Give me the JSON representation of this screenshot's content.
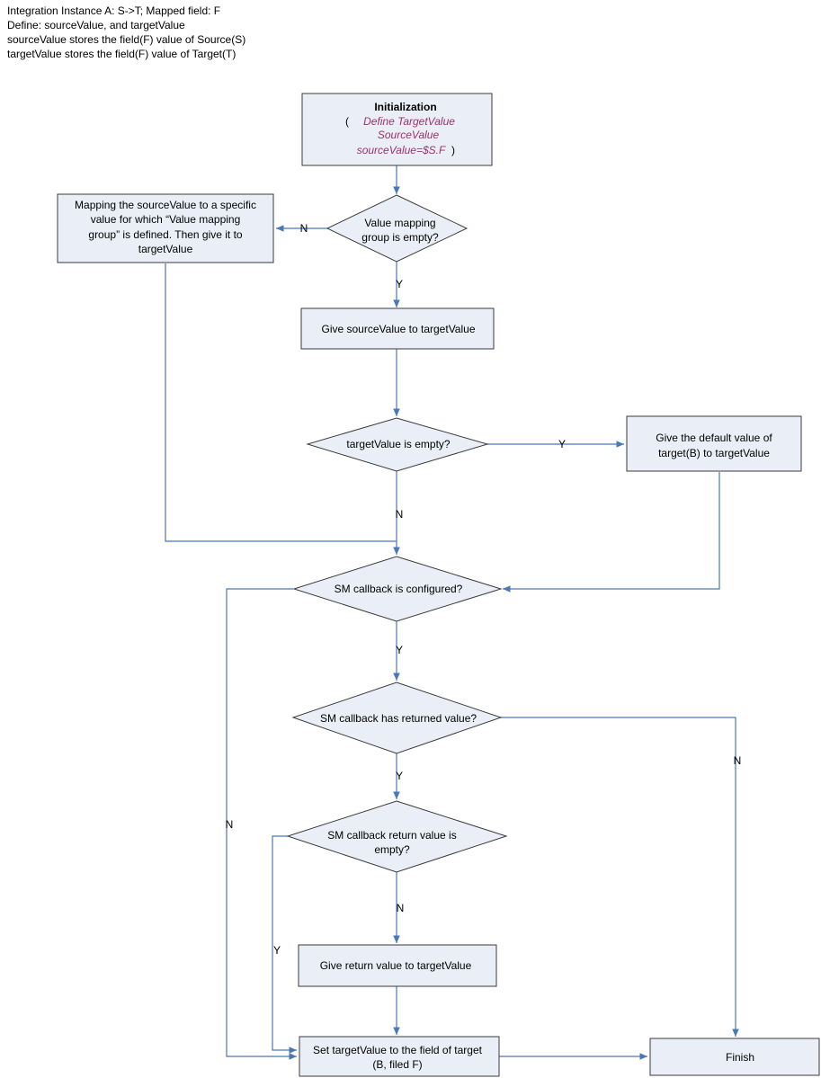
{
  "header": {
    "lines": [
      "Integration Instance A: S->T; Mapped field: F",
      "Define: sourceValue, and targetValue",
      "sourceValue stores the field(F) value of Source(S)",
      "targetValue stores the field(F) value of Target(T)"
    ]
  },
  "nodes": {
    "init": {
      "title": "Initialization",
      "line1_open": "(",
      "line1_italic": "Define TargetValue",
      "line2_italic": "SourceValue",
      "line3_italic": "sourceValue=$S.F",
      "line3_close": ")"
    },
    "mapping_box": {
      "lines": [
        "Mapping the sourceValue to a specific",
        "value for which “Value mapping",
        "group” is defined. Then give it to",
        "targetValue"
      ]
    },
    "decision_mapping_empty": {
      "lines": [
        "Value mapping",
        "group is empty?"
      ]
    },
    "give_source": {
      "lines": [
        "Give sourceValue to targetValue"
      ]
    },
    "decision_target_empty": {
      "lines": [
        "targetValue is empty?"
      ]
    },
    "give_default": {
      "lines": [
        "Give the default value of",
        "target(B) to targetValue"
      ]
    },
    "decision_callback_configured": {
      "lines": [
        "SM callback is configured?"
      ]
    },
    "decision_callback_returned": {
      "lines": [
        "SM callback has returned value?"
      ]
    },
    "decision_return_empty": {
      "lines": [
        "SM callback return value is",
        "empty?"
      ]
    },
    "give_return": {
      "lines": [
        "Give return value to targetValue"
      ]
    },
    "set_field": {
      "lines": [
        "Set targetValue to the field of target",
        "(B, filed F)"
      ]
    },
    "finish": {
      "lines": [
        "Finish"
      ]
    }
  },
  "edge_labels": {
    "mapping_no": "N",
    "mapping_yes": "Y",
    "target_empty_yes": "Y",
    "target_empty_no": "N",
    "configured_yes": "Y",
    "configured_no": "N",
    "returned_yes": "Y",
    "returned_no": "N",
    "return_empty_no": "N",
    "return_empty_yes": "Y"
  },
  "colors": {
    "node_fill": "#e9eef7",
    "node_stroke": "#3b3b3b",
    "edge": "#4a78b5",
    "italic_text": "#a0306a"
  }
}
